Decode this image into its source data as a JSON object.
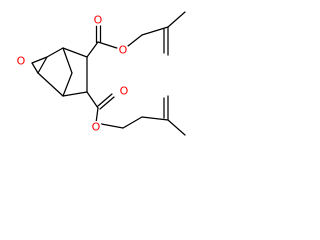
{
  "atoms": [
    {
      "id": "O1",
      "label": "O",
      "color": "#ff0000"
    },
    {
      "id": "O2",
      "label": "O",
      "color": "#ff0000"
    },
    {
      "id": "O3",
      "label": "O",
      "color": "#ff0000"
    },
    {
      "id": "O4",
      "label": "O",
      "color": "#ff0000"
    },
    {
      "id": "O5",
      "label": "O",
      "color": "#ff0000"
    }
  ],
  "colors": {
    "bond": "#000000",
    "heteroatom_oxygen": "#ff0000",
    "background": "#ffffff"
  }
}
